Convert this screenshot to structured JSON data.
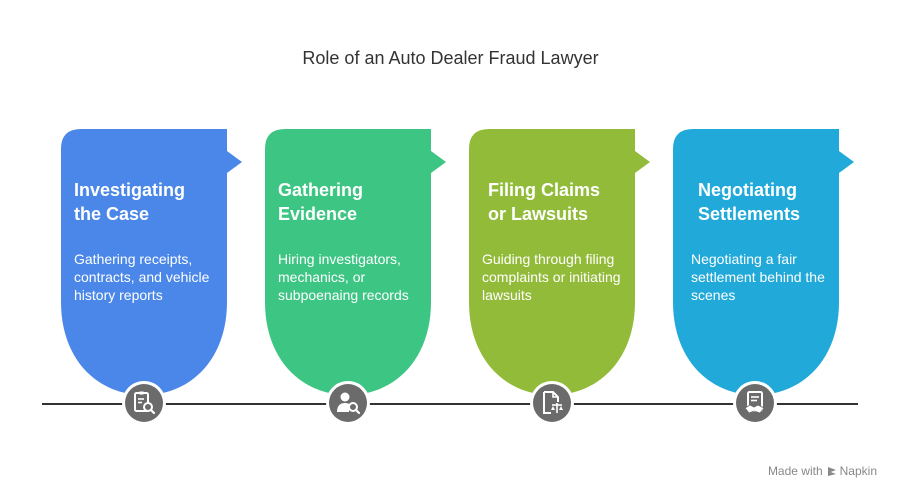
{
  "title": "Role of an Auto Dealer Fraud Lawyer",
  "steps": [
    {
      "heading": "Investigating\nthe Case",
      "body": "Gathering receipts, contracts, and vehicle history reports",
      "color": "#4a87e8",
      "icon": "document-search-icon"
    },
    {
      "heading": "Gathering\nEvidence",
      "body": "Hiring investigators, mechanics, or subpoenaing records",
      "color": "#3dc584",
      "icon": "person-search-icon"
    },
    {
      "heading": "Filing Claims\nor Lawsuits",
      "body": "Guiding through filing complaints or initiating lawsuits",
      "color": "#93bb3a",
      "icon": "legal-document-icon"
    },
    {
      "heading": "Negotiating\nSettlements",
      "body": "Negotiating a fair settlement behind the scenes",
      "color": "#21a9d9",
      "icon": "handshake-document-icon"
    }
  ],
  "credit": {
    "prefix": "Made with",
    "brand": "Napkin"
  }
}
